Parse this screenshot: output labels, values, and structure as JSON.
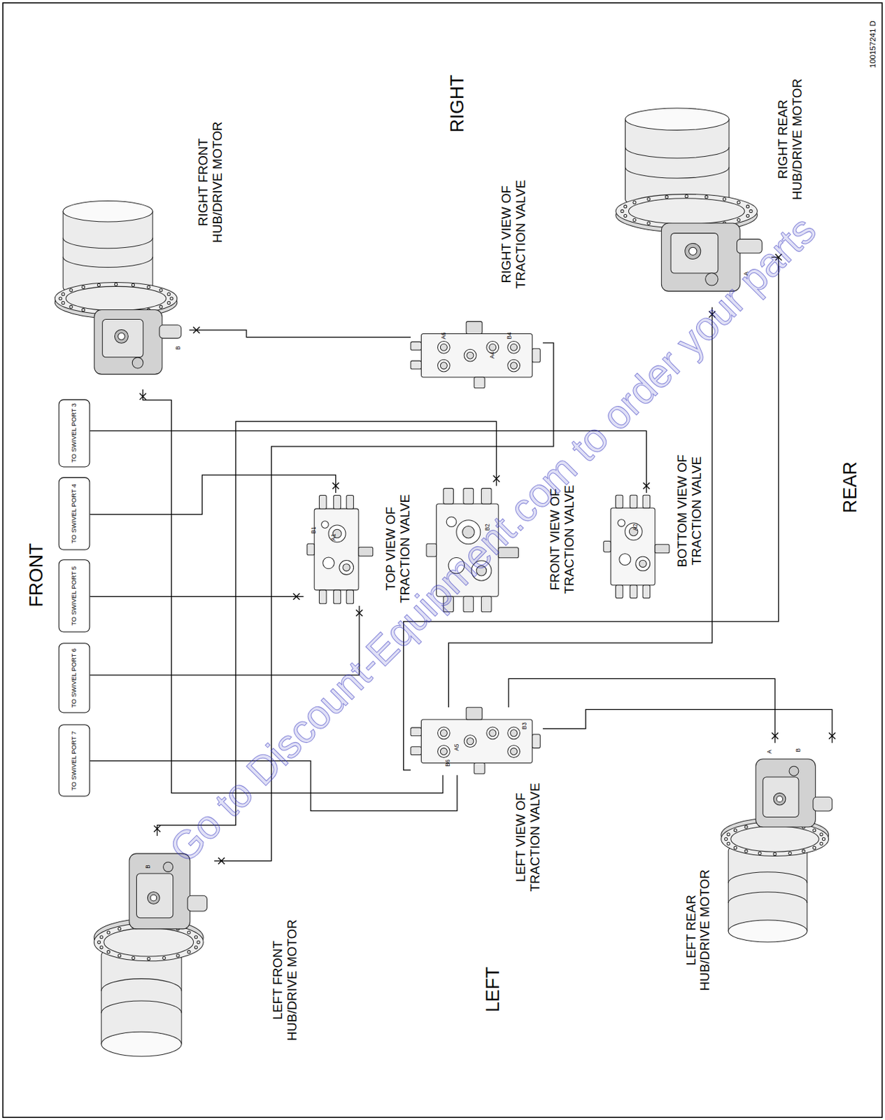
{
  "diagram": {
    "nodes": [
      {
        "text": [
          "RIGHT FRONT HUB/DRIVE MOTOR"
        ]
      },
      {
        "text": [
          "RIGHT VIEW OF TRACTION VALVE"
        ]
      },
      {
        "text": [
          "TOP VIEW OF TRACTION VALVE"
        ]
      },
      {
        "text": [
          "FRONT VIEW OF TRACTION VALVE"
        ]
      },
      {
        "text": [
          "BOTTOM VIEW OF TRACTION VALVE"
        ]
      },
      {
        "text": [
          "TO SWIVEL PORT 3"
        ]
      },
      {
        "text": [
          "TO SWIVEL PORT 4"
        ]
      },
      {
        "text": [
          "TO SWIVEL PORT 5"
        ]
      },
      {
        "text": [
          "TO SWIVEL PORT 6"
        ]
      },
      {
        "text": [
          "TO SWIVEL PORT 7"
        ]
      },
      {
        "text": [
          "LEFT VIEW OF TRACTION VALVE"
        ]
      },
      {
        "text": [
          "LEFT FRONT HUB/DRIVE MOTOR"
        ]
      },
      {
        "text": [
          "LEFT REAR HUB/DRIVE MOTOR"
        ]
      },
      {
        "text": [
          "RIGHT REAR HUB/DRIVE MOTOR"
        ]
      }
    ],
    "edges": [
      {
        "from": 5,
        "to": 4,
        "arrow": "none"
      },
      {
        "from": 6,
        "to": 2,
        "arrow": "none"
      },
      {
        "from": 7,
        "to": 2,
        "arrow": "none"
      },
      {
        "from": 8,
        "to": 2,
        "arrow": "none"
      },
      {
        "from": 9,
        "to": 10,
        "arrow": "none"
      },
      {
        "from": 0,
        "to": 1,
        "arrow": "none"
      },
      {
        "from": 0,
        "to": 10,
        "arrow": "none"
      },
      {
        "from": 11,
        "to": 3,
        "arrow": "none"
      },
      {
        "from": 11,
        "to": 1,
        "arrow": "none"
      },
      {
        "from": 13,
        "to": 10,
        "arrow": "none"
      },
      {
        "from": 13,
        "to": 10,
        "arrow": "none"
      },
      {
        "from": 12,
        "to": 10,
        "arrow": "none"
      },
      {
        "from": 12,
        "to": 10,
        "arrow": "none"
      }
    ],
    "labels": [
      "FRONT",
      "RIGHT",
      "REAR",
      "LEFT",
      "100157241 D",
      "Go to Discount-Equipment.com to order your parts",
      "A6",
      "A4",
      "B4",
      "B1",
      "A1",
      "B2",
      "A2",
      "A5",
      "B6",
      "B3",
      "B",
      "A",
      "A",
      "B",
      "B"
    ]
  }
}
